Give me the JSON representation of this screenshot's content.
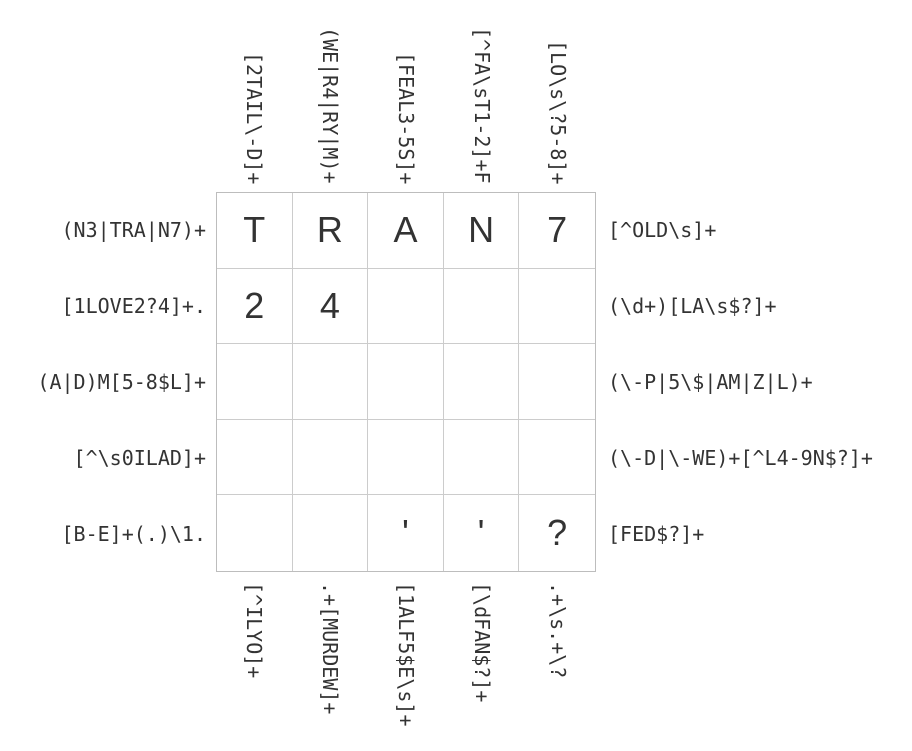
{
  "puzzle": {
    "rows": 5,
    "cols": 5,
    "grid": [
      [
        "T",
        "R",
        "A",
        "N",
        "7"
      ],
      [
        "2",
        "4",
        "",
        "",
        ""
      ],
      [
        "",
        "",
        "",
        "",
        ""
      ],
      [
        "",
        "",
        "",
        "",
        ""
      ],
      [
        "",
        "",
        "'",
        "'",
        "?"
      ]
    ],
    "row_clues_left": [
      "(N3|TRA|N7)+",
      "[1LOVE2?4]+.",
      "(A|D)M[5-8$L]+",
      "[^\\s0ILAD]+",
      "[B-E]+(.)\\1."
    ],
    "row_clues_right": [
      "[^OLD\\s]+",
      "(\\d+)[LA\\s$?]+",
      "(\\-P|5\\$|AM|Z|L)+",
      "(\\-D|\\-WE)+[^L4-9N$?]+",
      "[FED$?]+"
    ],
    "col_clues_top": [
      "[2TAIL\\-D]+",
      "(WE|R4|RY|M)+",
      "[FEAL3-5S]+",
      "[^FA\\sT1-2]+F",
      "[LO\\s\\?5-8]+"
    ],
    "col_clues_bottom": [
      "[^ILYO]+",
      ".+[MURDEW]+",
      "[1ALF5$E\\s]+",
      "[\\dFAN$?]+",
      ".+\\s.+\\?"
    ]
  }
}
